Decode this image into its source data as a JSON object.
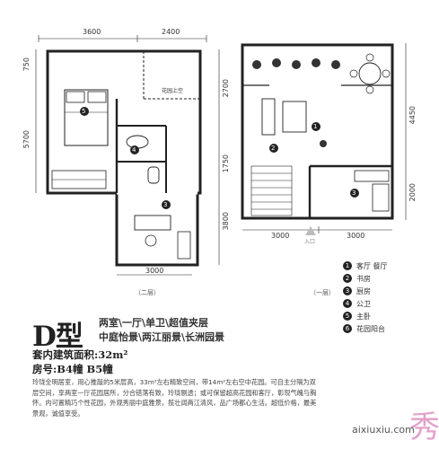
{
  "plan_left": {
    "dims_top": [
      "3600",
      "2400"
    ],
    "dims_left": [
      "750",
      "5700"
    ],
    "dims_right": [
      "2700",
      "1750",
      "3800"
    ],
    "dim_bottom": "3000",
    "garden_note": "花园上空",
    "room_numbers": [
      "5",
      "4",
      "3"
    ],
    "floor_label": "（二层）"
  },
  "plan_right": {
    "dims_right": [
      "4450",
      "2000"
    ],
    "dims_bottom": [
      "3000",
      "3000"
    ],
    "entrance_label": "入口",
    "room_numbers": [
      "1",
      "2",
      "3"
    ],
    "floor_label": "（一层）"
  },
  "legend": [
    {
      "num": "1",
      "label": "客厅  餐厅"
    },
    {
      "num": "2",
      "label": "书房"
    },
    {
      "num": "3",
      "label": "厨房"
    },
    {
      "num": "4",
      "label": "公卫"
    },
    {
      "num": "5",
      "label": "主卧"
    },
    {
      "num": "6",
      "label": "花园阳台"
    }
  ],
  "title": "D型",
  "features_line1": "两室\\一厅\\单卫\\超值夹层",
  "features_line2": "中庭怡景\\两江丽景\\长洲园景",
  "area_text": "套内建筑面积:32m²",
  "building_text": "房号:B4幢 B5幢",
  "description": "玲珑全明居室，用心推敲的5米层高，33m²左右精致空间，带14m²左右空中花园。可自主分隔为双层空间，享两室一厅花园居所，分合错落有致，玲珑剔透；或可保留超高花园和客厅，彰现气魄与胸怀。内可置精巧个性花园，外观秀丽中庭雅景，揽壮阔两江清风，品广场都心生活。超低价格，最美景观，诚值享受。",
  "watermark": "aixiuxiu.com",
  "watermark_logo": "秀"
}
